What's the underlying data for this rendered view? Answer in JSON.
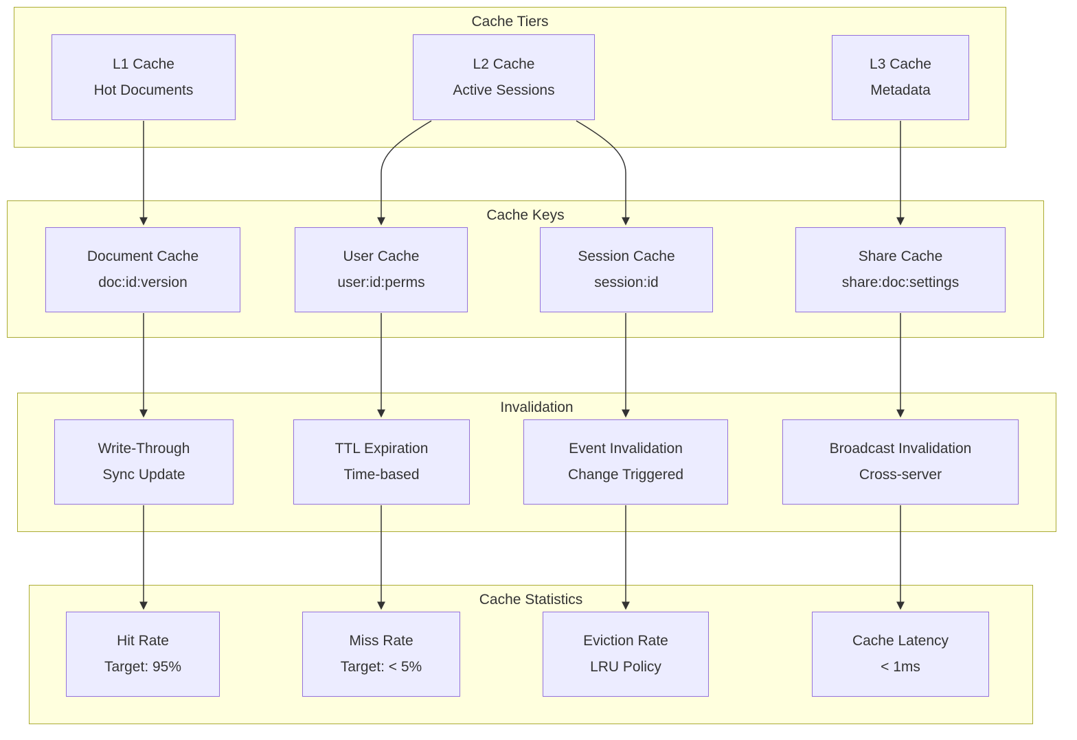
{
  "groups": [
    {
      "name": "cache-tiers",
      "title": "Cache Tiers"
    },
    {
      "name": "cache-keys",
      "title": "Cache Keys"
    },
    {
      "name": "invalidation",
      "title": "Invalidation"
    },
    {
      "name": "cache-statistics",
      "title": "Cache Statistics"
    }
  ],
  "nodes": [
    {
      "name": "l1-cache",
      "line1": "L1 Cache",
      "line2": "Hot Documents"
    },
    {
      "name": "l2-cache",
      "line1": "L2 Cache",
      "line2": "Active Sessions"
    },
    {
      "name": "l3-cache",
      "line1": "L3 Cache",
      "line2": "Metadata"
    },
    {
      "name": "document-cache",
      "line1": "Document Cache",
      "line2": "doc:id:version"
    },
    {
      "name": "user-cache",
      "line1": "User Cache",
      "line2": "user:id:perms"
    },
    {
      "name": "session-cache",
      "line1": "Session Cache",
      "line2": "session:id"
    },
    {
      "name": "share-cache",
      "line1": "Share Cache",
      "line2": "share:doc:settings"
    },
    {
      "name": "write-through",
      "line1": "Write-Through",
      "line2": "Sync Update"
    },
    {
      "name": "ttl-expiration",
      "line1": "TTL Expiration",
      "line2": "Time-based"
    },
    {
      "name": "event-invalidation",
      "line1": "Event Invalidation",
      "line2": "Change Triggered"
    },
    {
      "name": "broadcast-invalidation",
      "line1": "Broadcast Invalidation",
      "line2": "Cross-server"
    },
    {
      "name": "hit-rate",
      "line1": "Hit Rate",
      "line2": "Target: 95%"
    },
    {
      "name": "miss-rate",
      "line1": "Miss Rate",
      "line2": "Target: < 5%"
    },
    {
      "name": "eviction-rate",
      "line1": "Eviction Rate",
      "line2": "LRU Policy"
    },
    {
      "name": "cache-latency",
      "line1": "Cache Latency",
      "line2": "< 1ms"
    }
  ],
  "edges": [
    {
      "from": "l1-cache",
      "to": "document-cache"
    },
    {
      "from": "l2-cache",
      "to": "user-cache"
    },
    {
      "from": "l2-cache",
      "to": "session-cache"
    },
    {
      "from": "l3-cache",
      "to": "share-cache"
    },
    {
      "from": "document-cache",
      "to": "write-through"
    },
    {
      "from": "user-cache",
      "to": "ttl-expiration"
    },
    {
      "from": "session-cache",
      "to": "event-invalidation"
    },
    {
      "from": "share-cache",
      "to": "broadcast-invalidation"
    },
    {
      "from": "write-through",
      "to": "hit-rate"
    },
    {
      "from": "ttl-expiration",
      "to": "miss-rate"
    },
    {
      "from": "event-invalidation",
      "to": "eviction-rate"
    },
    {
      "from": "broadcast-invalidation",
      "to": "cache-latency"
    }
  ],
  "colors": {
    "background": "#ffffff",
    "group_fill": "#ffffde",
    "group_border": "#aaaa33",
    "node_fill": "#ececff",
    "node_border": "#9370db",
    "edge": "#333333",
    "text": "#333333"
  }
}
